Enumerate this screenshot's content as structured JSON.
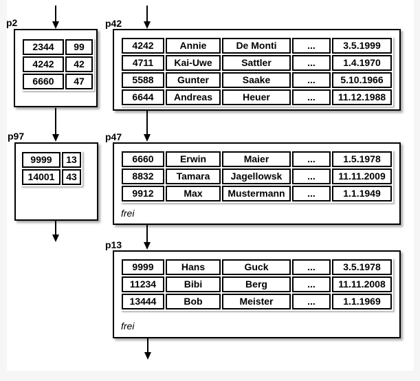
{
  "colors": {
    "ink": "#000000",
    "shadow": "#aaaaaa",
    "background": "#f6f6f6",
    "canvas": "#ffffff"
  },
  "nodes": {
    "p2": {
      "label": "p2",
      "rows": [
        [
          "2344",
          "99"
        ],
        [
          "4242",
          "42"
        ],
        [
          "6660",
          "47"
        ]
      ]
    },
    "p97": {
      "label": "p97",
      "rows": [
        [
          "9999",
          "13"
        ],
        [
          "14001",
          "43"
        ]
      ]
    },
    "p42": {
      "label": "p42",
      "rows": [
        [
          "4242",
          "Annie",
          "De Monti",
          "...",
          "3.5.1999"
        ],
        [
          "4711",
          "Kai-Uwe",
          "Sattler",
          "...",
          "1.4.1970"
        ],
        [
          "5588",
          "Gunter",
          "Saake",
          "...",
          "5.10.1966"
        ],
        [
          "6644",
          "Andreas",
          "Heuer",
          "...",
          "11.12.1988"
        ]
      ]
    },
    "p47": {
      "label": "p47",
      "free_label": "frei",
      "rows": [
        [
          "6660",
          "Erwin",
          "Maier",
          "...",
          "1.5.1978"
        ],
        [
          "8832",
          "Tamara",
          "Jagellowsk",
          "...",
          "11.11.2009"
        ],
        [
          "9912",
          "Max",
          "Mustermann",
          "...",
          "1.1.1949"
        ]
      ]
    },
    "p13": {
      "label": "p13",
      "free_label": "frei",
      "rows": [
        [
          "9999",
          "Hans",
          "Guck",
          "...",
          "3.5.1978"
        ],
        [
          "11234",
          "Bibi",
          "Berg",
          "...",
          "11.11.2008"
        ],
        [
          "13444",
          "Bob",
          "Meister",
          "...",
          "1.1.1969"
        ]
      ]
    }
  },
  "edges": [
    {
      "from": "top",
      "to": "p2"
    },
    {
      "from": "p2",
      "to": "p97"
    },
    {
      "from": "p97",
      "to": "off-bottom"
    },
    {
      "from": "top",
      "to": "p42"
    },
    {
      "from": "p42",
      "to": "p47"
    },
    {
      "from": "p47",
      "to": "p13"
    },
    {
      "from": "p13",
      "to": "off-bottom"
    }
  ]
}
